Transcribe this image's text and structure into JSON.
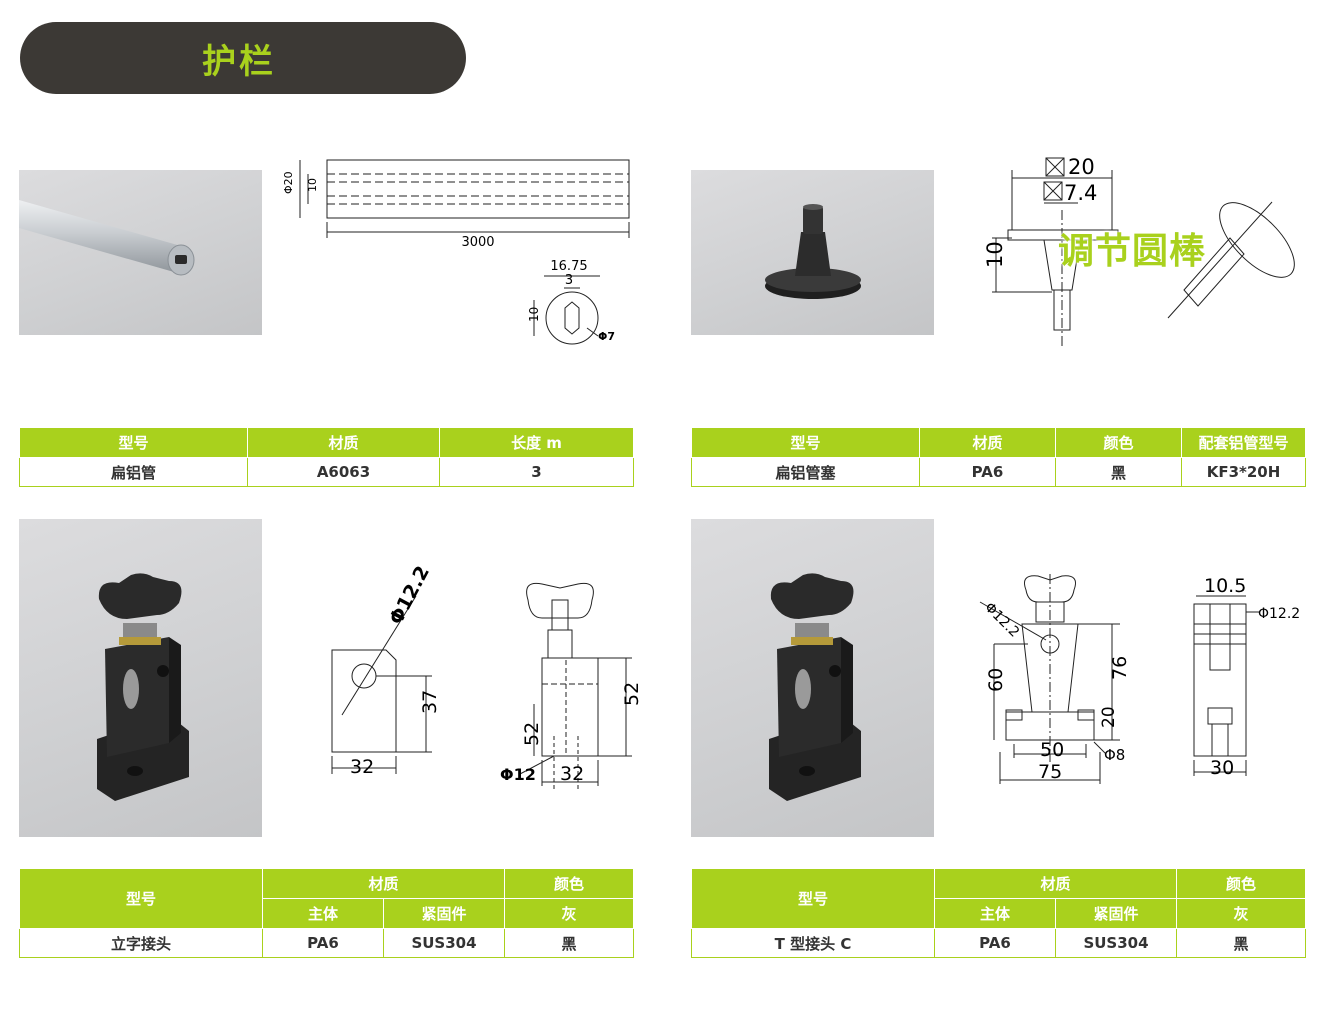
{
  "header": {
    "title": "护栏"
  },
  "colors": {
    "accent": "#a9d11d",
    "title_bg": "#3c3935"
  },
  "products": {
    "flat_tube": {
      "drawing": {
        "length": "3000",
        "diameter": "Φ20",
        "height": "10",
        "width": "16.75",
        "slot": "3",
        "slot_height": "10",
        "hole": "Φ7"
      },
      "headers": {
        "model": "型号",
        "material": "材质",
        "length": "长度 m"
      },
      "row": {
        "model": "扁铝管",
        "material": "A6063",
        "length": "3"
      }
    },
    "flat_tube_plug": {
      "overlay_label": "调节圆棒",
      "drawing": {
        "top_size": "20",
        "mid_size": "7.4",
        "height": "10"
      },
      "headers": {
        "model": "型号",
        "material": "材质",
        "color": "颜色",
        "matching": "配套铝管型号"
      },
      "row": {
        "model": "扁铝管塞",
        "material": "PA6",
        "color": "黑",
        "matching": "KF3*20H"
      }
    },
    "vertical_joint": {
      "drawing": {
        "hole": "Φ12.2",
        "height_a": "37",
        "width_a": "32",
        "height_b": "52",
        "depth_b": "52",
        "rod": "Φ12",
        "width_b": "32"
      },
      "headers": {
        "model": "型号",
        "material": "材质",
        "color": "颜色",
        "body": "主体",
        "fastener": "紧固件",
        "color_sub": "灰"
      },
      "row": {
        "model": "立字接头",
        "body": "PA6",
        "fastener": "SUS304",
        "color": "黑"
      }
    },
    "t_joint_c": {
      "drawing": {
        "hole": "Φ12.2",
        "height": "60",
        "total_height": "76",
        "base": "20",
        "pitch": "50",
        "width": "75",
        "bolt": "Φ8",
        "top_width": "10.5",
        "side_hole": "Φ12.2",
        "side_width": "30"
      },
      "headers": {
        "model": "型号",
        "material": "材质",
        "color": "颜色",
        "body": "主体",
        "fastener": "紧固件",
        "color_sub": "灰"
      },
      "row": {
        "model": "T 型接头 C",
        "body": "PA6",
        "fastener": "SUS304",
        "color": "黑"
      }
    }
  }
}
